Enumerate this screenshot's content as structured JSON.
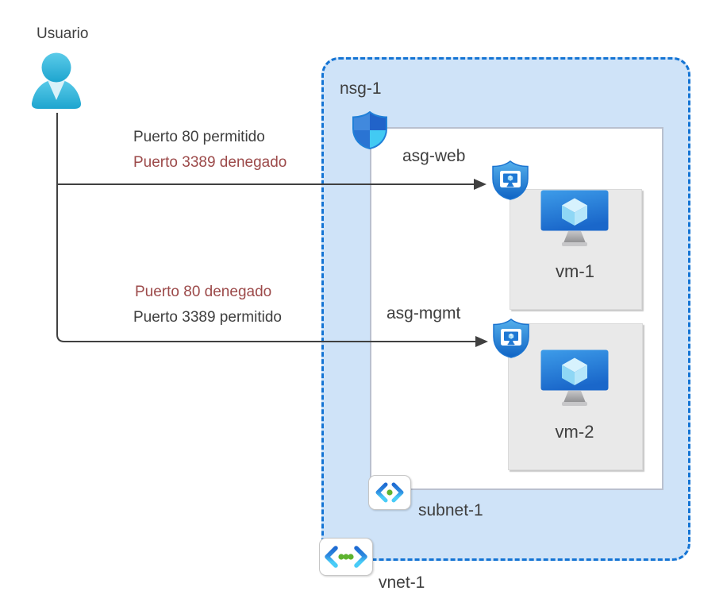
{
  "user": {
    "label": "Usuario"
  },
  "rules": {
    "to_web": [
      {
        "text": "Puerto 80 permitido",
        "status": "allowed"
      },
      {
        "text": "Puerto 3389 denegado",
        "status": "denied"
      }
    ],
    "to_mgmt": [
      {
        "text": "Puerto 80 denegado",
        "status": "denied"
      },
      {
        "text": "Puerto 3389 permitido",
        "status": "allowed"
      }
    ]
  },
  "network": {
    "vnet": {
      "label": "vnet-1"
    },
    "subnet": {
      "label": "subnet-1"
    },
    "nsg": {
      "label": "nsg-1"
    },
    "asg_web": {
      "label": "asg-web"
    },
    "asg_mgmt": {
      "label": "asg-mgmt"
    },
    "vm1": {
      "label": "vm-1"
    },
    "vm2": {
      "label": "vm-2"
    }
  },
  "icons": {
    "user": "user-person-icon",
    "nsg": "nsg-shield-quadrant-icon",
    "asg": "asg-shield-monitor-icon",
    "vm": "vm-monitor-cube-icon",
    "subnet": "subnet-brackets-dot-icon",
    "vnet": "vnet-brackets-dots-icon"
  },
  "colors": {
    "allowed_text": "#3f3f3f",
    "denied_text": "#9c4a4a",
    "arrow": "#404040",
    "vnet_fill": "#cfe3f8",
    "vnet_border": "#1474d4",
    "user_cyan": "#2fb4d9",
    "azure_blue": "#1e78d4",
    "cyan_accent": "#45cdf5",
    "green_dot": "#5db32f"
  }
}
